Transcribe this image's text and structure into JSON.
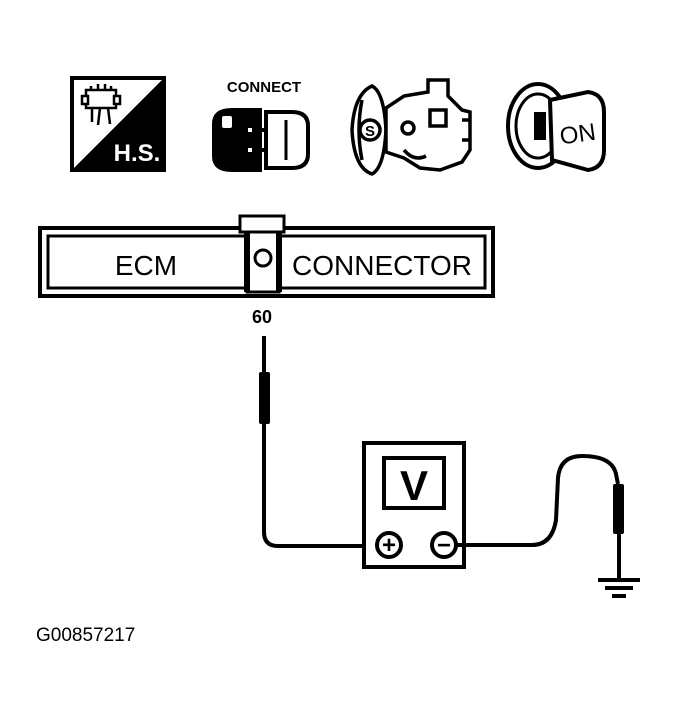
{
  "icons": {
    "hs_label": "H.S.",
    "connect_label": "CONNECT",
    "key_label": "ON"
  },
  "connector": {
    "left_label": "ECM",
    "right_label": "CONNECTOR",
    "pin_number": "60"
  },
  "meter": {
    "display": "V",
    "plus_symbol": "+",
    "minus_symbol": "−"
  },
  "figure_id": "G00857217",
  "colors": {
    "ink": "#000000",
    "paper": "#ffffff"
  }
}
